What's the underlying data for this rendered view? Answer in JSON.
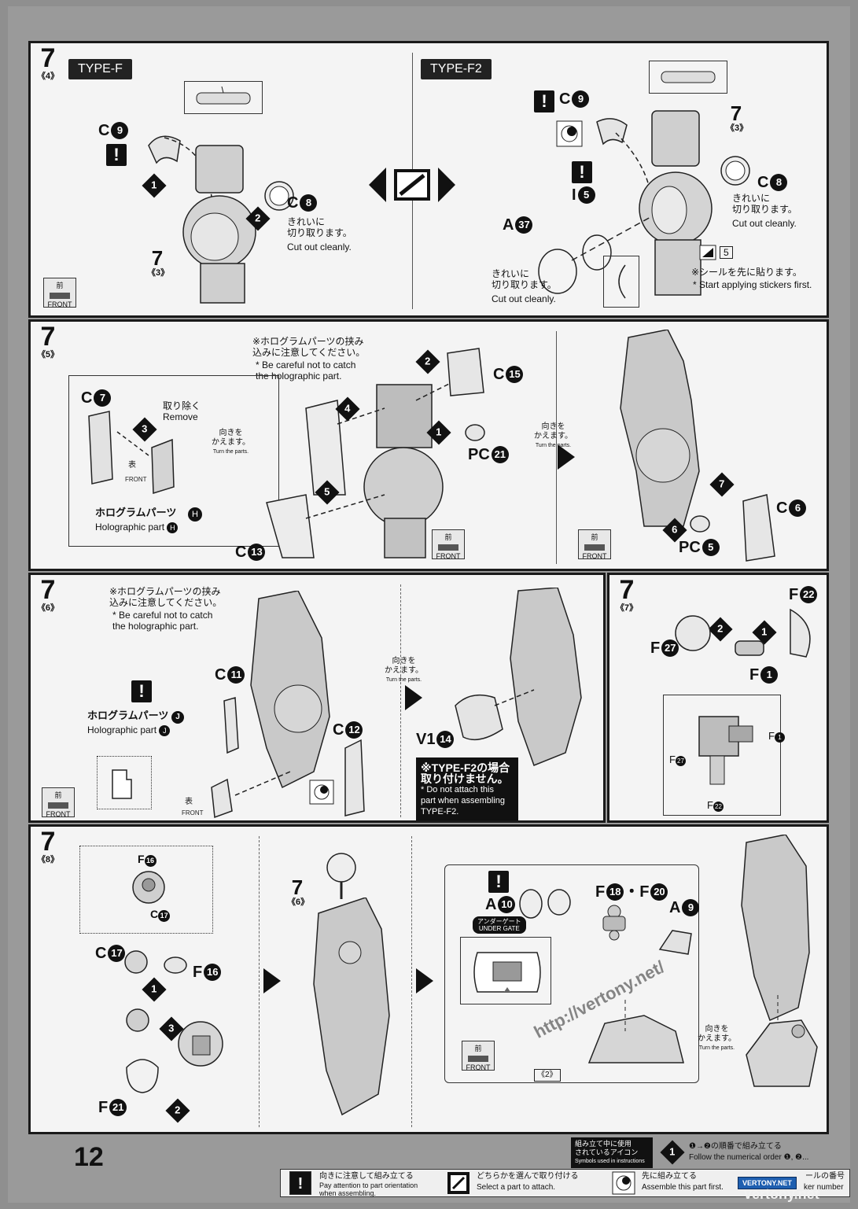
{
  "page_number": "12",
  "panel1": {
    "step": "7",
    "sub": "《4》",
    "typeF": {
      "tag": "TYPE-F",
      "c9": "C",
      "c9n": "9",
      "c8": "C",
      "c8n": "8",
      "cut_ja": "きれいに\n切り取ります。",
      "cut_en": "Cut out cleanly.",
      "ref_step": "7",
      "ref_sub": "《3》",
      "front_ja": "前",
      "front_en": "FRONT",
      "seq1": "1",
      "seq2": "2"
    },
    "typeF2": {
      "tag": "TYPE-F2",
      "c9": "C",
      "c9n": "9",
      "c8": "C",
      "c8n": "8",
      "i5": "I",
      "i5n": "5",
      "a37": "A",
      "a37n": "37",
      "cut_ja": "きれいに\n切り取ります。",
      "cut_en": "Cut out cleanly.",
      "cut2_ja": "きれいに\n切り取ります。",
      "cut2_en": "Cut out cleanly.",
      "sticker_ja": "※シールを先に貼ります。",
      "sticker_en": "* Start applying stickers first.",
      "sticker_no": "5",
      "ref_step": "7",
      "ref_sub": "《3》"
    }
  },
  "panel2": {
    "step": "7",
    "sub": "《5》",
    "holo_note_ja": "※ホログラムパーツの挟み\n込みに注意してください。",
    "holo_note_en": "* Be careful not to catch\nthe holographic part.",
    "c7": "C",
    "c7n": "7",
    "remove_ja": "取り除く",
    "remove_en": "Remove",
    "omote": "表",
    "front_en": "FRONT",
    "holo_ja": "ホログラムパーツ",
    "holo_en": "Holographic part",
    "holo_letter": "H",
    "turn_ja": "向きを\nかえます。",
    "turn_en": "Turn the parts.",
    "c15": "C",
    "c15n": "15",
    "pc21": "PC",
    "pc21n": "21",
    "c13": "C",
    "c13n": "13",
    "c6": "C",
    "c6n": "6",
    "pc5": "PC",
    "pc5n": "5",
    "front_ja": "前",
    "seq": [
      "1",
      "2",
      "3",
      "4",
      "5",
      "6",
      "7"
    ]
  },
  "panel3": {
    "step": "7",
    "sub": "《6》",
    "holo_note_ja": "※ホログラムパーツの挟み\n込みに注意してください。",
    "holo_note_en": "* Be careful not to catch\nthe holographic part.",
    "holo_ja": "ホログラムパーツ",
    "holo_en": "Holographic part",
    "holo_letter": "J",
    "c11": "C",
    "c11n": "11",
    "c12": "C",
    "c12n": "12",
    "v14": "V1",
    "v14n": "14",
    "turn_ja": "向きを\nかえます。",
    "turn_en": "Turn the parts.",
    "f2_ja": "※TYPE-F2の場合\n取り付けません。",
    "f2_en": "* Do not attach this\npart when assembling\nTYPE-F2.",
    "front_ja": "前",
    "front_en": "FRONT",
    "omote": "表"
  },
  "panel4": {
    "step": "7",
    "sub": "《7》",
    "f22": "F",
    "f22n": "22",
    "f27": "F",
    "f27n": "27",
    "f1": "F",
    "f1n": "1",
    "seq1": "1",
    "seq2": "2"
  },
  "panel5": {
    "step": "7",
    "sub": "《8》",
    "f16": "F",
    "f16n": "16",
    "c17": "C",
    "c17n": "17",
    "f21": "F",
    "f21n": "21",
    "ref_step": "7",
    "ref_sub": "《6》",
    "a10": "A",
    "a10n": "10",
    "gate_ja": "アンダーゲート",
    "gate_en": "UNDER GATE",
    "f18": "F",
    "f18n": "18",
    "dot": "・",
    "f20": "F",
    "f20n": "20",
    "a9": "A",
    "a9n": "9",
    "turn_ja": "向きを\nかえます。",
    "turn_en": "Turn the parts.",
    "ref2": "《2》",
    "front_ja": "前",
    "front_en": "FRONT",
    "seq1": "1",
    "seq2": "2",
    "seq3": "3"
  },
  "legend": {
    "symbols_ja": "組み立て中に使用\nされているアイコン",
    "symbols_en": "Symbols used in instructions",
    "order_ja": "❶→❷の順番で組み立てる",
    "order_en": "Follow the numerical order ❶, ❷...",
    "orient_ja": "向きに注意して組み立てる",
    "orient_en": "Pay attention to part orientation\nwhen assembling.",
    "select_ja": "どちらかを選んで取り付ける",
    "select_en": "Select a part to attach.",
    "first_ja": "先に組み立てる",
    "first_en": "Assemble this part first.",
    "sticker_ja": "ールの番号",
    "sticker_en": "ker number"
  },
  "watermarks": {
    "url": "http://vertony.net/",
    "badge": "VERTONY.NET",
    "corner": "vertony.net"
  }
}
